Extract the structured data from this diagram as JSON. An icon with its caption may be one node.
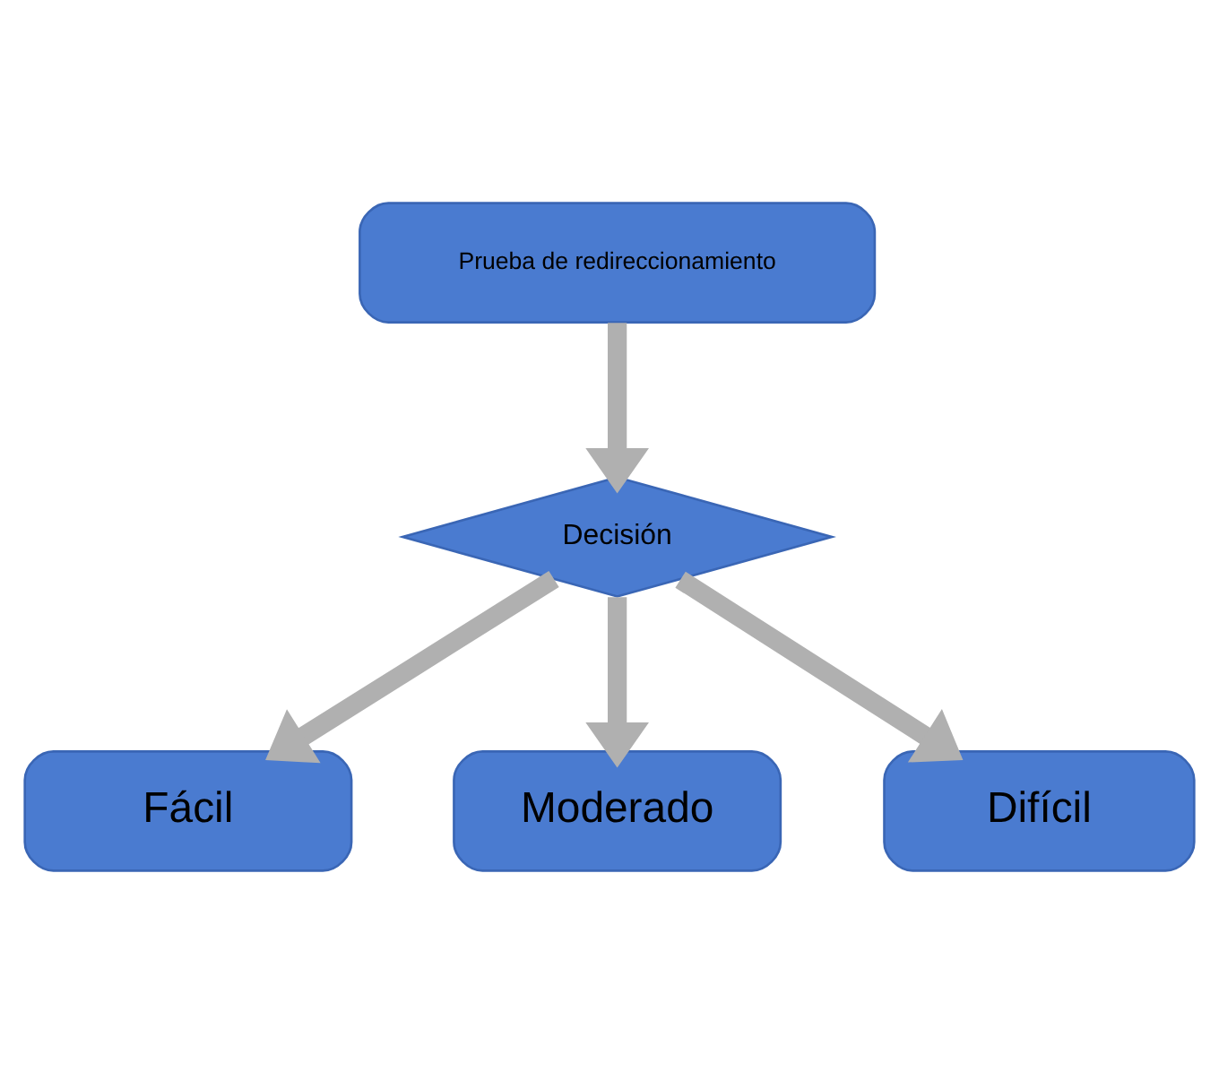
{
  "diagram": {
    "nodes": [
      {
        "text": [
          "Prueba de redireccionamiento"
        ]
      },
      {
        "text": [
          "Decisión"
        ]
      },
      {
        "text": [
          "Fácil"
        ]
      },
      {
        "text": [
          "Moderado"
        ]
      },
      {
        "text": [
          "Difícil"
        ]
      }
    ],
    "edges": [
      {
        "from": 0,
        "to": 1,
        "arrow": "to"
      },
      {
        "from": 1,
        "to": 2,
        "arrow": "to"
      },
      {
        "from": 1,
        "to": 3,
        "arrow": "to"
      },
      {
        "from": 1,
        "to": 4,
        "arrow": "to"
      }
    ]
  }
}
